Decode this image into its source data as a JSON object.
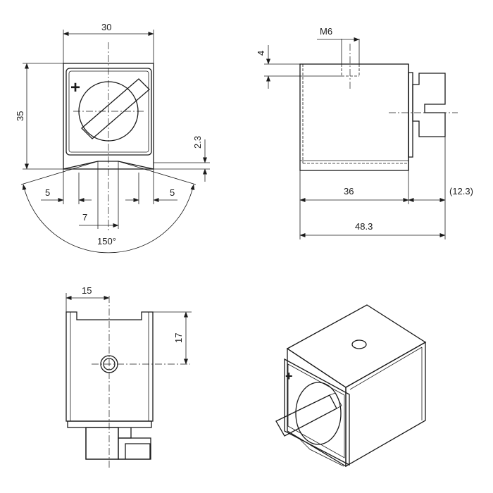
{
  "front_view": {
    "width_label": "30",
    "height_label": "35",
    "gap_label": "2.3",
    "left_offset_label": "5",
    "right_offset_label": "5",
    "slot_width_label": "7",
    "angle_label": "150°",
    "plus_symbol": "+"
  },
  "side_view": {
    "thread_label": "M6",
    "thread_depth_label": "4",
    "body_length_label": "36",
    "knob_length_label": "(12.3)",
    "overall_length_label": "48.3"
  },
  "bottom_view": {
    "hole_offset_x_label": "15",
    "hole_offset_y_label": "17"
  },
  "iso_view": {
    "plus_symbol": "+"
  }
}
